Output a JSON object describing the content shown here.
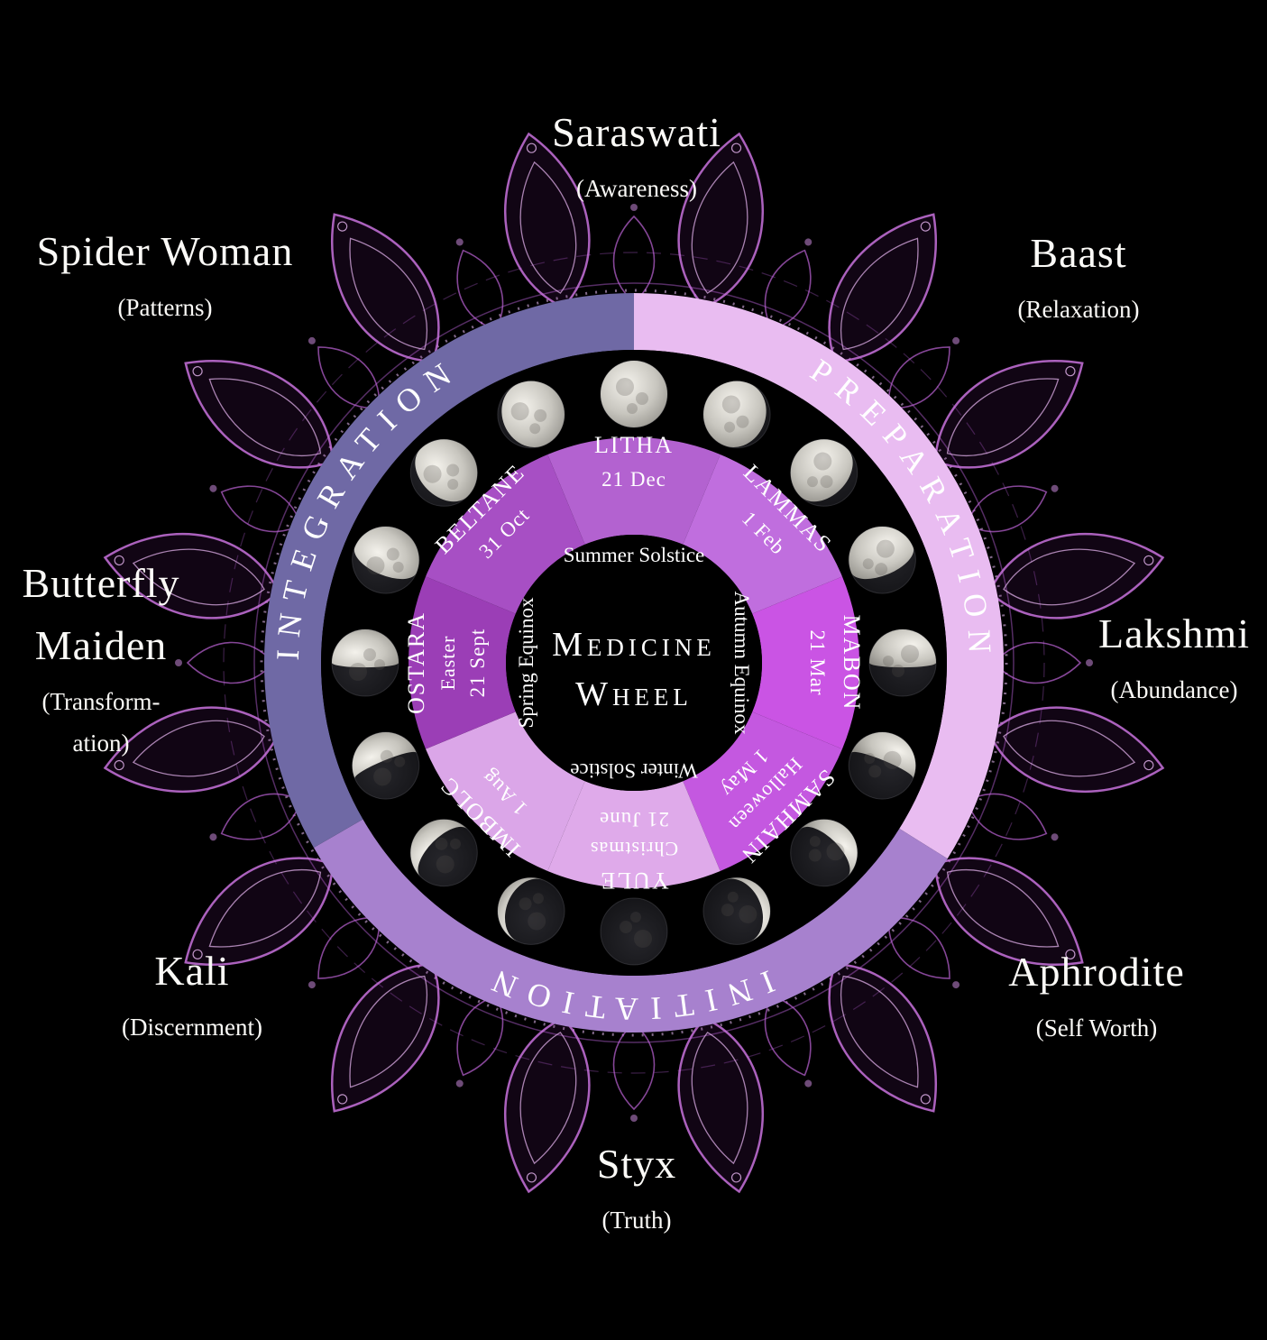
{
  "title": {
    "line1": "Medicine",
    "line2": "Wheel"
  },
  "wheel": {
    "outer_ring": {
      "segments": [
        {
          "label": "PREPARATION",
          "start_deg": 0,
          "end_deg": 122,
          "color": "#e9bcf1"
        },
        {
          "label": "INITIATION",
          "start_deg": 122,
          "end_deg": 240,
          "color": "#a781ce"
        },
        {
          "label": "INTEGRATION",
          "start_deg": 240,
          "end_deg": 360,
          "color": "#6f69a5"
        }
      ]
    },
    "sabbats": [
      {
        "name": "LITHA",
        "subtitle": "",
        "date": "21 Dec",
        "angle_deg": 0,
        "color": "#b362d0"
      },
      {
        "name": "LAMMAS",
        "subtitle": "",
        "date": "1 Feb",
        "angle_deg": 45,
        "color": "#c06ede"
      },
      {
        "name": "MABON",
        "subtitle": "",
        "date": "21 Mar",
        "angle_deg": 90,
        "color": "#ca54e4"
      },
      {
        "name": "SAMHAIN",
        "subtitle": "Halloween",
        "date": "1 May",
        "angle_deg": 135,
        "color": "#c458e0"
      },
      {
        "name": "YULE",
        "subtitle": "Christmas",
        "date": "21 June",
        "angle_deg": 180,
        "color": "#dfaaea"
      },
      {
        "name": "IMBOLC",
        "subtitle": "",
        "date": "1 Aug",
        "angle_deg": 225,
        "color": "#dba6e8"
      },
      {
        "name": "OSTARA",
        "subtitle": "Easter",
        "date": "21 Sept",
        "angle_deg": 270,
        "color": "#9b3eb6"
      },
      {
        "name": "BELTANE",
        "subtitle": "",
        "date": "31 Oct",
        "angle_deg": 315,
        "color": "#a74fc4"
      }
    ],
    "seasons": [
      {
        "label": "Summer Solstice",
        "angle_deg": 0
      },
      {
        "label": "Autumn Equinox",
        "angle_deg": 90
      },
      {
        "label": "Winter Solstice",
        "angle_deg": 180
      },
      {
        "label": "Spring Equinox",
        "angle_deg": 270
      }
    ],
    "moons": [
      {
        "name": "full-moon",
        "phase": 1.0
      },
      {
        "name": "waning-gibbous",
        "phase": 0.93
      },
      {
        "name": "waning-gibbous",
        "phase": 0.85
      },
      {
        "name": "waning-gibbous",
        "phase": 0.73
      },
      {
        "name": "third-quarter",
        "phase": 0.57
      },
      {
        "name": "waning-crescent",
        "phase": 0.42
      },
      {
        "name": "waning-crescent",
        "phase": 0.27
      },
      {
        "name": "waning-crescent",
        "phase": 0.13
      },
      {
        "name": "new-moon",
        "phase": 0.02
      },
      {
        "name": "waxing-crescent",
        "phase": 0.13
      },
      {
        "name": "waxing-crescent",
        "phase": 0.27
      },
      {
        "name": "waxing-crescent",
        "phase": 0.42
      },
      {
        "name": "first-quarter",
        "phase": 0.57
      },
      {
        "name": "waxing-gibbous",
        "phase": 0.73
      },
      {
        "name": "waxing-gibbous",
        "phase": 0.85
      },
      {
        "name": "waxing-gibbous",
        "phase": 0.93
      }
    ]
  },
  "deities": {
    "top": {
      "name": "Saraswati",
      "quality": "(Awareness)"
    },
    "top_left": {
      "name": "Spider Woman",
      "quality": "(Patterns)"
    },
    "top_right": {
      "name": "Baast",
      "quality": "(Relaxation)"
    },
    "left": {
      "name_line1": "Butterfly",
      "name_line2": "Maiden",
      "quality_line1": "(Transform-",
      "quality_line2": "ation)"
    },
    "right": {
      "name": "Lakshmi",
      "quality": "(Abundance)"
    },
    "bottom_left": {
      "name": "Kali",
      "quality": "(Discernment)"
    },
    "bottom_right": {
      "name": "Aphrodite",
      "quality": "(Self Worth)"
    },
    "bottom": {
      "name": "Styx",
      "quality": "(Truth)"
    }
  },
  "colors": {
    "background": "#000000",
    "text": "#ffffff",
    "mandala_stroke": "#c973de"
  }
}
